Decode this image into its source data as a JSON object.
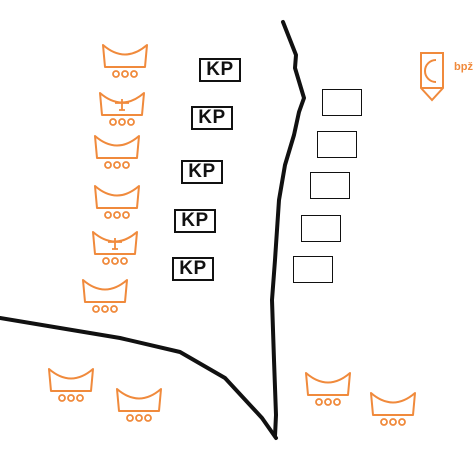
{
  "colors": {
    "unit": "#f08a3c",
    "line": "#111111",
    "background": "#ffffff"
  },
  "kp_boxes": [
    {
      "label": "KP"
    },
    {
      "label": "KP"
    },
    {
      "label": "KP"
    },
    {
      "label": "KP"
    },
    {
      "label": "KP"
    }
  ],
  "bpz_symbol": {
    "label": "bpž",
    "icon": "crescent-pennant-icon"
  },
  "units": [
    {
      "variant": "plain"
    },
    {
      "variant": "cross"
    },
    {
      "variant": "plain"
    },
    {
      "variant": "plain"
    },
    {
      "variant": "cross"
    },
    {
      "variant": "plain"
    },
    {
      "variant": "plain"
    },
    {
      "variant": "plain"
    },
    {
      "variant": "plain"
    },
    {
      "variant": "plain"
    }
  ],
  "empty_boxes_count": 5
}
